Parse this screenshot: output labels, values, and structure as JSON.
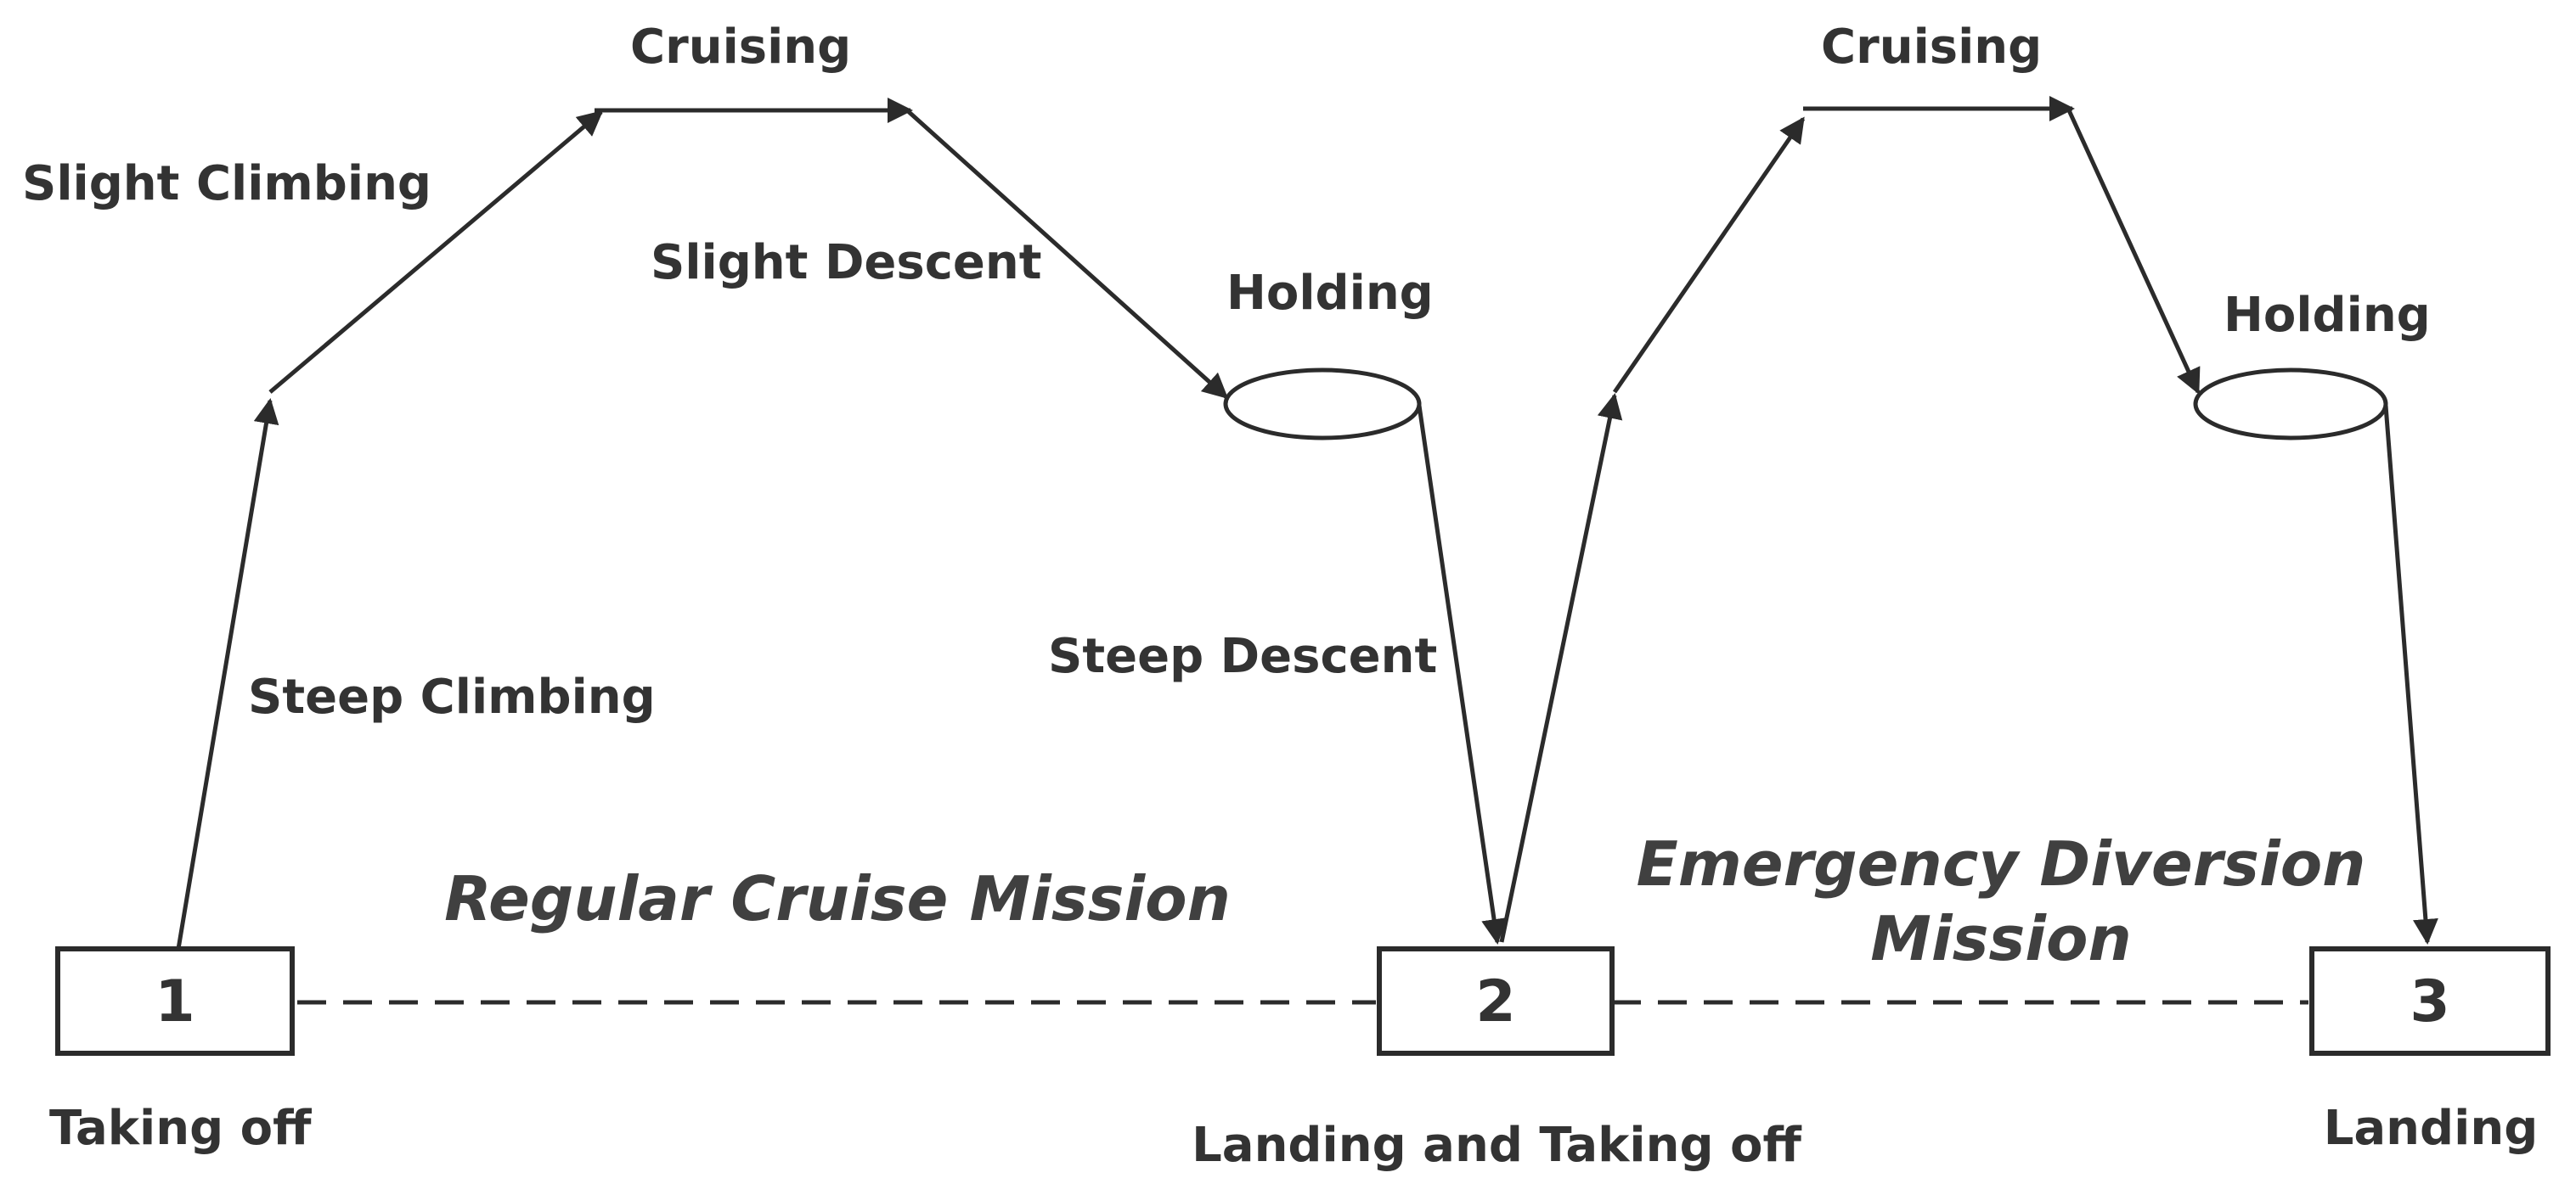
{
  "phases": {
    "slight_climbing": "Slight Climbing",
    "cruising_1": "Cruising",
    "slight_descent": "Slight Descent",
    "holding_1": "Holding",
    "steep_climbing": "Steep Climbing",
    "steep_descent": "Steep Descent",
    "cruising_2": "Cruising",
    "holding_2": "Holding"
  },
  "missions": {
    "regular": "Regular Cruise Mission",
    "emergency_line1": "Emergency Diversion",
    "emergency_line2": "Mission"
  },
  "nodes": [
    {
      "number": "1",
      "caption": "Taking off"
    },
    {
      "number": "2",
      "caption": "Landing and Taking off"
    },
    {
      "number": "3",
      "caption": "Landing"
    }
  ],
  "colors": {
    "line": "#2b2b2b",
    "text": "#333333",
    "mission_text": "#404040",
    "background": "#ffffff"
  }
}
